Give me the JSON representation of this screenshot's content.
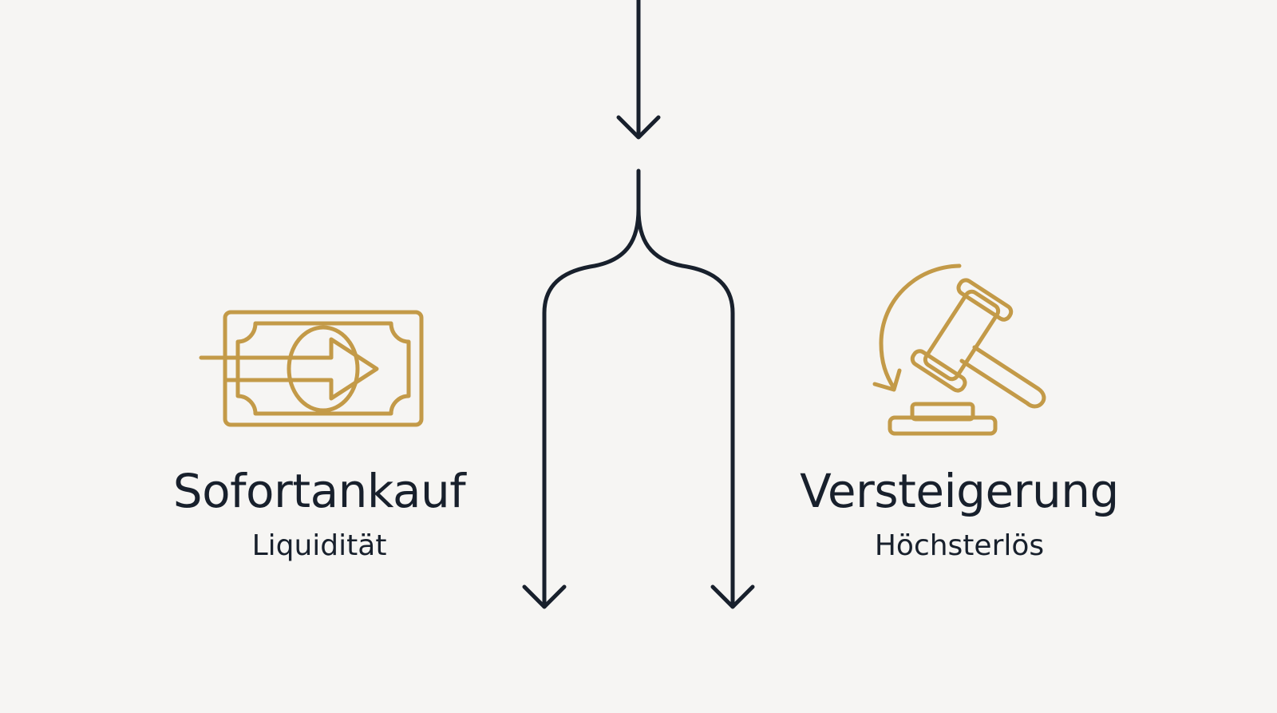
{
  "colors": {
    "background": "#f6f5f3",
    "line": "#18202c",
    "accent": "#c39a48",
    "text": "#18202c"
  },
  "options": [
    {
      "title": "Sofortankauf",
      "subtitle": "Liquidität",
      "icon": "banknote-arrow-icon"
    },
    {
      "title": "Versteigerung",
      "subtitle": "Höchsterlös",
      "icon": "auction-gavel-icon"
    }
  ]
}
